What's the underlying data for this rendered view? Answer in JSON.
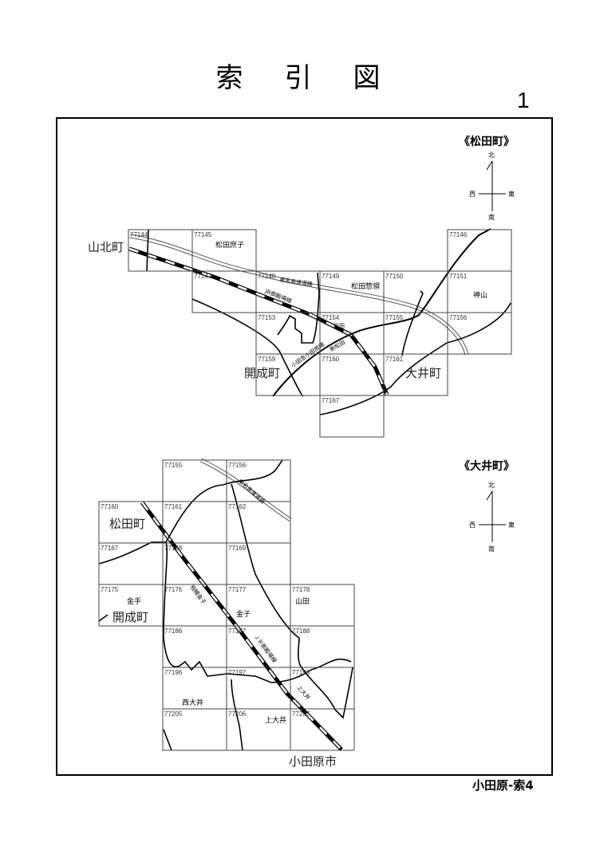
{
  "title": "索引図",
  "page_number": "1",
  "footer": "小田原-索4",
  "map_matsuda": {
    "heading": "《松田町》",
    "compass": {
      "north": "北",
      "south": "南",
      "east": "東",
      "west": "西"
    },
    "cells": [
      "77144",
      "77145",
      "77146",
      "77147",
      "77148",
      "77149",
      "77150",
      "77151",
      "77153",
      "77154",
      "77155",
      "77156",
      "77159",
      "77160",
      "77161",
      "77167"
    ],
    "places": [
      "松田庶子",
      "松田惣領",
      "神山"
    ],
    "towns": [
      "山北町",
      "開成町",
      "大井町"
    ],
    "lines": [
      "東名高速道路",
      "JR御殿場線",
      "小田急小田原線"
    ],
    "stations": [
      "松田",
      "新松田"
    ]
  },
  "map_oi": {
    "heading": "《大井町》",
    "compass": {
      "north": "北",
      "south": "南",
      "east": "東",
      "west": "西"
    },
    "cells": [
      "77155",
      "77156",
      "77160",
      "77161",
      "77162",
      "77167",
      "77168",
      "77169",
      "77175",
      "77176",
      "77177",
      "77178",
      "77186",
      "77187",
      "77188",
      "77196",
      "77197",
      "77198",
      "77205",
      "77206",
      "77207"
    ],
    "places": [
      "金手",
      "金子",
      "山田",
      "西大井",
      "上大井"
    ],
    "towns": [
      "松田町",
      "開成町",
      "小田原市"
    ],
    "lines": [
      "東名高速道路",
      "ＪＲ御殿場線"
    ],
    "stations": [
      "相模金子",
      "上大井"
    ]
  }
}
